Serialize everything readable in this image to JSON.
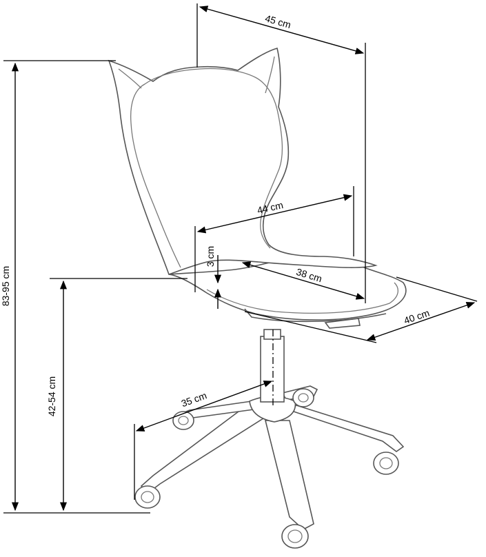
{
  "dimensions": {
    "total_height": "83-95 cm",
    "seat_height": "42-54 cm",
    "width": "45 cm",
    "seat_width": "44 cm",
    "seat_depth": "38 cm",
    "depth": "40 cm",
    "base_radius": "35 cm",
    "cushion_thickness": "3 cm"
  }
}
